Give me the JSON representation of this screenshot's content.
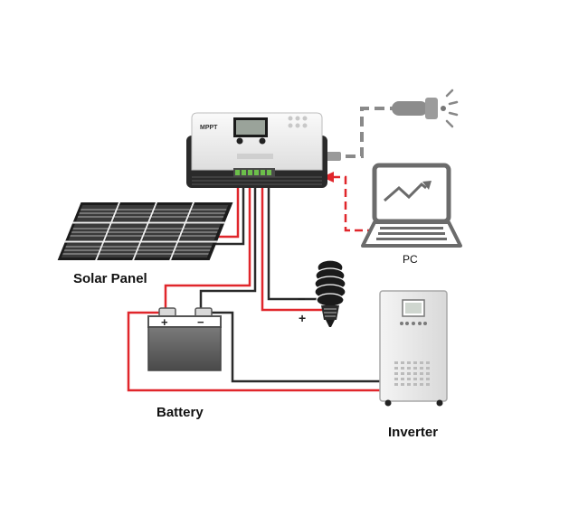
{
  "labels": {
    "solar_panel": "Solar Panel",
    "battery": "Battery",
    "inverter": "Inverter",
    "pc": "PC",
    "controller_brand": "MPPT",
    "battery_plus": "+",
    "battery_minus": "−",
    "load_minus": "−",
    "load_plus": "+"
  },
  "colors": {
    "positive_wire": "#e0262b",
    "negative_wire": "#2a2a2a",
    "usb_cable": "#8a8a8a",
    "device_gray": "#6b6b6b",
    "controller_body": "#f2f2f2",
    "panel_dark": "#1c1c1c"
  }
}
